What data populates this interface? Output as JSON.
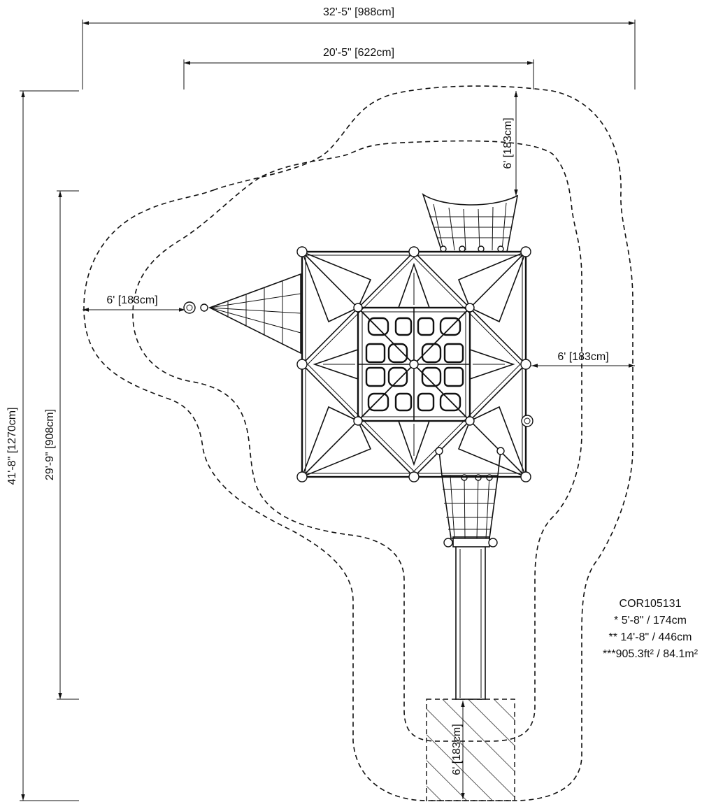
{
  "dimensions": {
    "overall_width": "32'-5\" [988cm]",
    "structure_width": "20'-5\" [622cm]",
    "overall_height": "41'-8\" [1270cm]",
    "structure_height": "29'-9\" [908cm]",
    "clearance_top": "6' [183cm]",
    "clearance_left": "6' [183cm]",
    "clearance_right": "6' [183cm]",
    "clearance_slide": "6' [183cm]"
  },
  "notes": {
    "model": "COR105131",
    "line1": "* 5'-8\" / 174cm",
    "line2": "** 14'-8\" / 446cm",
    "line3": "***905.3ft² / 84.1m²"
  }
}
